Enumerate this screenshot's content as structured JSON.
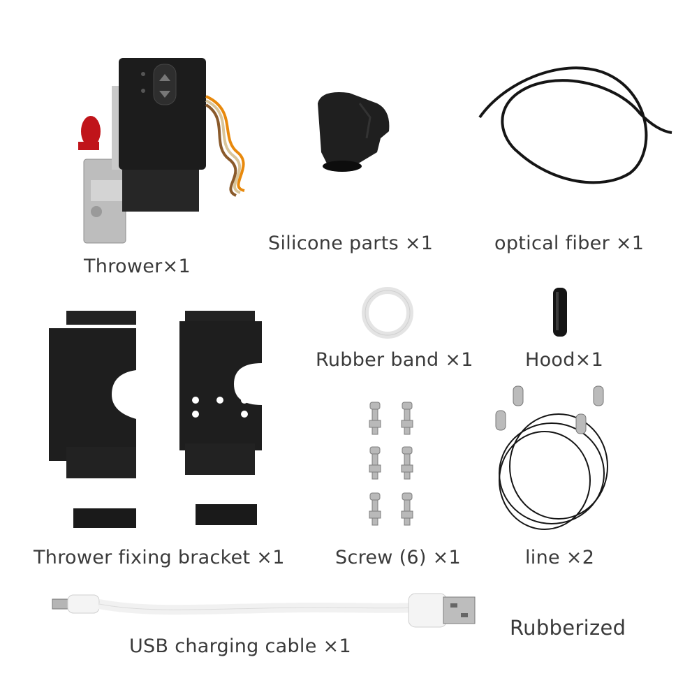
{
  "labels": {
    "thrower": "Thrower×1",
    "silicone": "Silicone parts ×1",
    "fiber": "optical fiber ×1",
    "rubber_band": "Rubber band ×1",
    "hood": "Hood×1",
    "bracket": "Thrower fixing bracket ×1",
    "screw": "Screw (6) ×1",
    "line": "line ×2",
    "usb": "USB charging cable ×1",
    "rubberized": "Rubberized"
  },
  "colors": {
    "background": "#ffffff",
    "part_black": "#1c1c1c",
    "accent_red": "#c0141a",
    "servo_orange": "#e8890c",
    "metal": "#b9b9b9",
    "label_text": "#3a3a3a"
  }
}
